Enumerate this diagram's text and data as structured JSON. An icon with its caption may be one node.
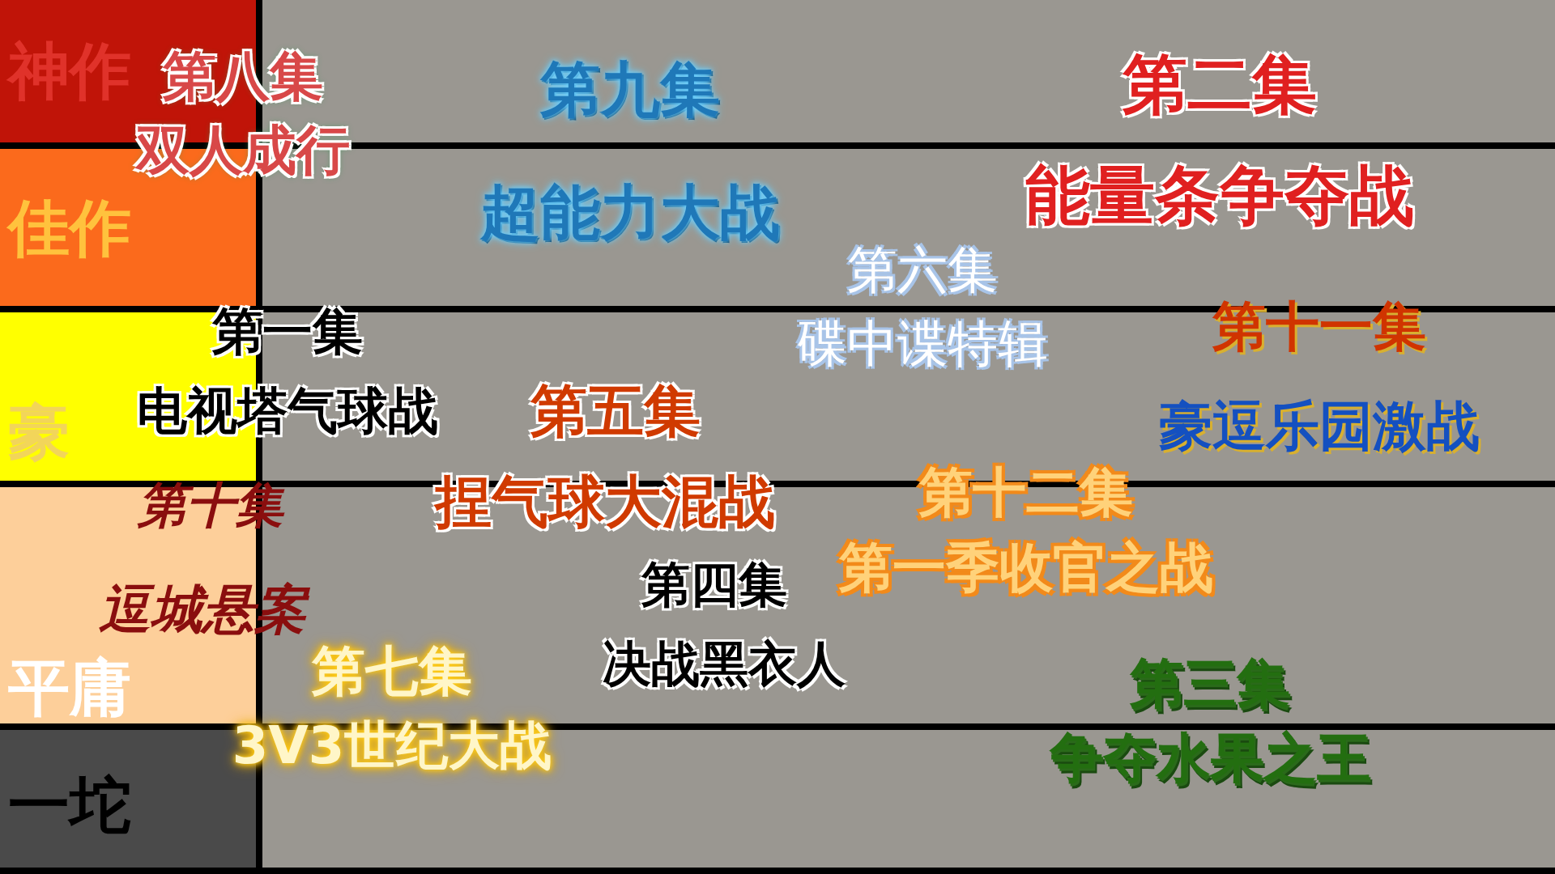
{
  "diagram": {
    "nodes": [
      {
        "text": [
          "神作"
        ]
      },
      {
        "text": [
          "佳作"
        ]
      },
      {
        "text": [
          "豪"
        ]
      },
      {
        "text": [
          "平庸"
        ]
      },
      {
        "text": [
          "一坨"
        ]
      }
    ],
    "labels": [
      "第八集",
      "第九集",
      "第二集",
      "双人成行",
      "超能力大战",
      "能量条争夺战",
      "第六集",
      "第一集",
      "碟中谍特辑",
      "第十一集",
      "电视塔气球战",
      "第五集",
      "豪逗乐园激战",
      "第十集",
      "捏气球大混战",
      "第十二集",
      "逗城悬案",
      "第四集",
      "第一季收官之战",
      "第七集",
      "决战黑衣人",
      "第三集",
      "3V3世纪大战",
      "争夺水果之王"
    ]
  }
}
